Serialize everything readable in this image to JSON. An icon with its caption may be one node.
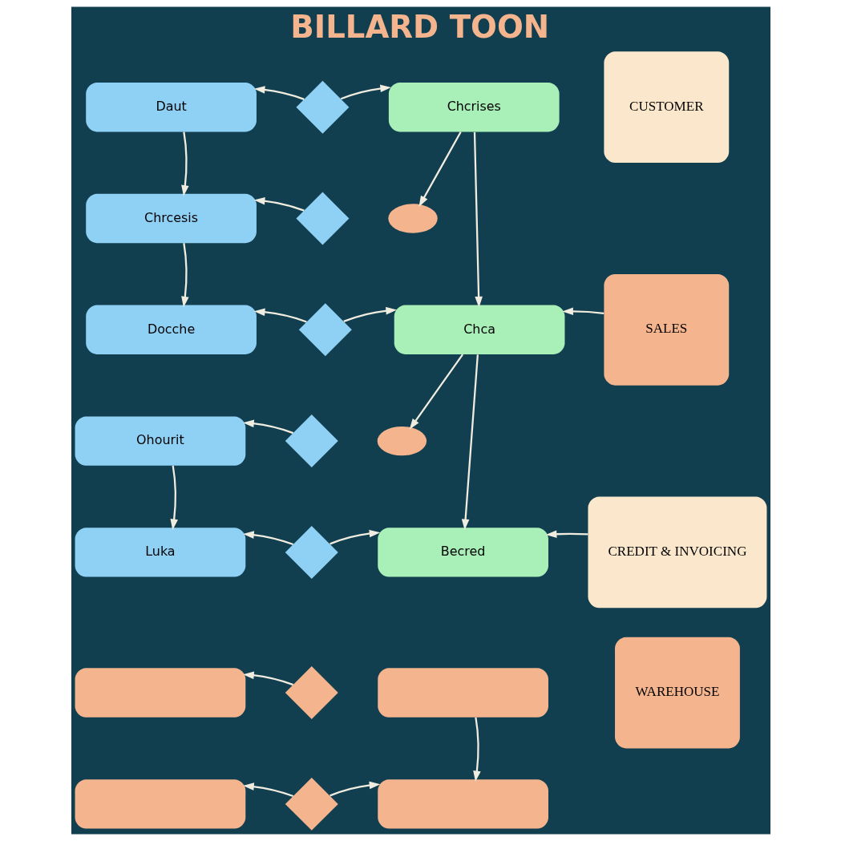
{
  "diagram": {
    "title": "BILLARD TOON",
    "nodes": [
      {
        "text": [
          "Daut"
        ]
      },
      {
        "text": [],
        "shape": "diamond"
      },
      {
        "text": [
          "Chcrises"
        ]
      },
      {
        "text": [
          "CUSTOMER"
        ]
      },
      {
        "text": [
          "Chrcesis"
        ]
      },
      {
        "text": [],
        "shape": "diamond"
      },
      {
        "text": [],
        "shape": "ellipse"
      },
      {
        "text": [
          "Docche"
        ]
      },
      {
        "text": [],
        "shape": "diamond"
      },
      {
        "text": [
          "Chca"
        ]
      },
      {
        "text": [
          "SALES"
        ]
      },
      {
        "text": [
          "Ohourit"
        ]
      },
      {
        "text": [],
        "shape": "diamond"
      },
      {
        "text": [],
        "shape": "ellipse"
      },
      {
        "text": [
          "Luka"
        ]
      },
      {
        "text": [],
        "shape": "diamond"
      },
      {
        "text": [
          "Becred"
        ]
      },
      {
        "text": [
          "CREDIT & INVOICING"
        ]
      },
      {
        "text": [],
        "shape": "box"
      },
      {
        "text": [],
        "shape": "diamond"
      },
      {
        "text": [],
        "shape": "box"
      },
      {
        "text": [
          "WAREHOUSE"
        ]
      },
      {
        "text": [],
        "shape": "box"
      },
      {
        "text": [],
        "shape": "diamond"
      },
      {
        "text": [],
        "shape": "box"
      }
    ],
    "edges": [
      {
        "from": 1,
        "to": 0,
        "arrow": "to"
      },
      {
        "from": 1,
        "to": 2,
        "arrow": "to"
      },
      {
        "from": 0,
        "to": 4,
        "arrow": "to"
      },
      {
        "from": 4,
        "to": 7,
        "arrow": "to"
      },
      {
        "from": 5,
        "to": 4,
        "arrow": "to"
      },
      {
        "from": 2,
        "to": 9,
        "arrow": "to"
      },
      {
        "from": 2,
        "to": 6,
        "arrow": "to"
      },
      {
        "from": 8,
        "to": 7,
        "arrow": "to"
      },
      {
        "from": 8,
        "to": 9,
        "arrow": "to"
      },
      {
        "from": 10,
        "to": 9,
        "arrow": "to"
      },
      {
        "from": 11,
        "to": 14,
        "arrow": "to"
      },
      {
        "from": 12,
        "to": 11,
        "arrow": "to"
      },
      {
        "from": 9,
        "to": 16,
        "arrow": "to"
      },
      {
        "from": 9,
        "to": 13,
        "arrow": "to"
      },
      {
        "from": 15,
        "to": 14,
        "arrow": "to"
      },
      {
        "from": 15,
        "to": 16,
        "arrow": "to"
      },
      {
        "from": 17,
        "to": 16,
        "arrow": "to"
      },
      {
        "from": 19,
        "to": 18,
        "arrow": "to"
      },
      {
        "from": 20,
        "to": 24,
        "arrow": "to"
      },
      {
        "from": 23,
        "to": 22,
        "arrow": "to"
      },
      {
        "from": 23,
        "to": 24,
        "arrow": "to"
      }
    ]
  }
}
